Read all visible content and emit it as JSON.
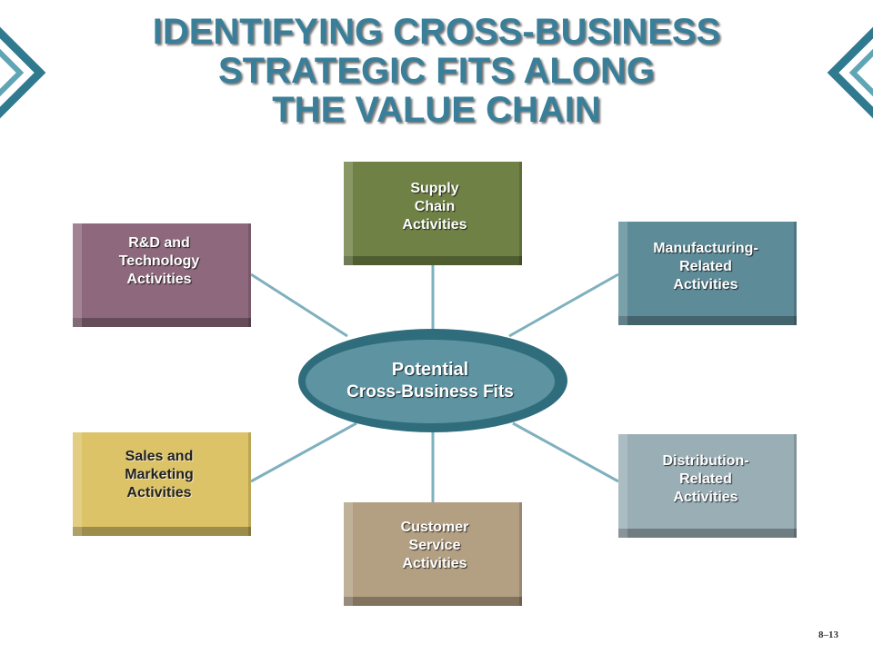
{
  "title": {
    "line1": "IDENTIFYING CROSS-BUSINESS",
    "line2": "STRATEGIC FITS ALONG",
    "line3": "THE VALUE CHAIN"
  },
  "hub": {
    "line1": "Potential",
    "line2": "Cross-Business Fits"
  },
  "boxes": {
    "rd": "R&D and\nTechnology\nActivities",
    "supply": "Supply\nChain\nActivities",
    "manufacturing": "Manufacturing-\nRelated\nActivities",
    "sales": "Sales and\nMarketing\nActivities",
    "service": "Customer\nService\nActivities",
    "distribution": "Distribution-\nRelated\nActivities"
  },
  "slide_number": "8–13",
  "colors": {
    "title": "#3a7f99",
    "rd": "#8e687c",
    "supply": "#6f8144",
    "manufacturing": "#5d8b98",
    "sales": "#dcc367",
    "service": "#b3a083",
    "distribution": "#9aaeb6",
    "hub": "#5e94a2",
    "connector": "#7fb0bd"
  },
  "decorations": [
    "chevron-left-icon",
    "chevron-right-icon"
  ]
}
